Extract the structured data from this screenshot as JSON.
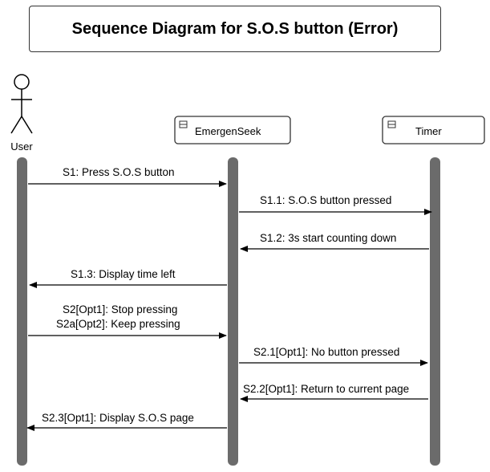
{
  "title": "Sequence Diagram for S.O.S button (Error)",
  "participants": {
    "user": {
      "label": "User"
    },
    "emergenseek": {
      "label": "EmergenSeek"
    },
    "timer": {
      "label": "Timer"
    }
  },
  "messages": [
    {
      "id": "m1",
      "from": "user",
      "to": "emergenseek",
      "lines": [
        "S1: Press S.O.S button"
      ]
    },
    {
      "id": "m2",
      "from": "emergenseek",
      "to": "timer",
      "lines": [
        "S1.1: S.O.S button pressed"
      ]
    },
    {
      "id": "m3",
      "from": "timer",
      "to": "emergenseek",
      "lines": [
        "S1.2: 3s start counting down"
      ]
    },
    {
      "id": "m4",
      "from": "emergenseek",
      "to": "user",
      "lines": [
        "S1.3: Display time left"
      ]
    },
    {
      "id": "m5",
      "from": "user",
      "to": "emergenseek",
      "lines": [
        "S2[Opt1]: Stop pressing",
        "S2a[Opt2]: Keep pressing"
      ]
    },
    {
      "id": "m6",
      "from": "emergenseek",
      "to": "timer",
      "lines": [
        "S2.1[Opt1]: No button pressed"
      ]
    },
    {
      "id": "m7",
      "from": "timer",
      "to": "emergenseek",
      "lines": [
        "S2.2[Opt1]: Return to current page"
      ]
    },
    {
      "id": "m8",
      "from": "emergenseek",
      "to": "user",
      "lines": [
        "S2.3[Opt1]: Display S.O.S page"
      ]
    }
  ],
  "colors": {
    "lifeline": "#6b6b6b",
    "line": "#000000",
    "box_border": "#333333"
  }
}
